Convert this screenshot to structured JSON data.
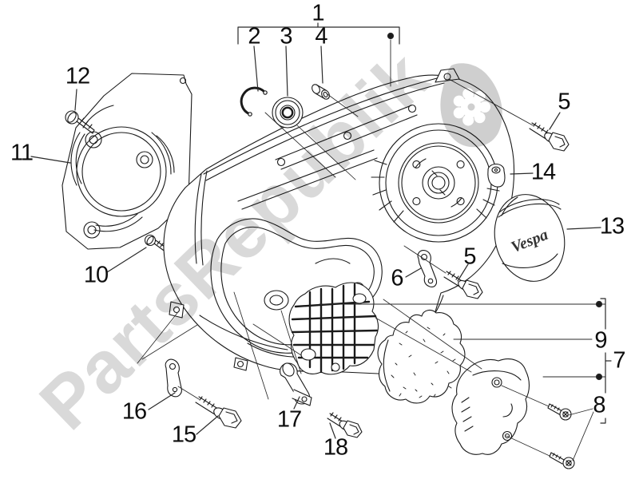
{
  "diagram": {
    "callouts": {
      "c1": "1",
      "c2": "2",
      "c3": "3",
      "c4": "4",
      "c5": "5",
      "c6": "6",
      "c7": "7",
      "c8": "8",
      "c9": "9",
      "c10": "10",
      "c11": "11",
      "c12": "12",
      "c13": "13",
      "c14": "14",
      "c15": "15",
      "c16": "16",
      "c17": "17",
      "c18": "18"
    },
    "watermark_text": "PartsRepublik",
    "brand_logo_text": "Vespa",
    "colors": {
      "line": "#1a1a1a",
      "watermark": "#b9b9b9",
      "background": "#ffffff"
    }
  }
}
